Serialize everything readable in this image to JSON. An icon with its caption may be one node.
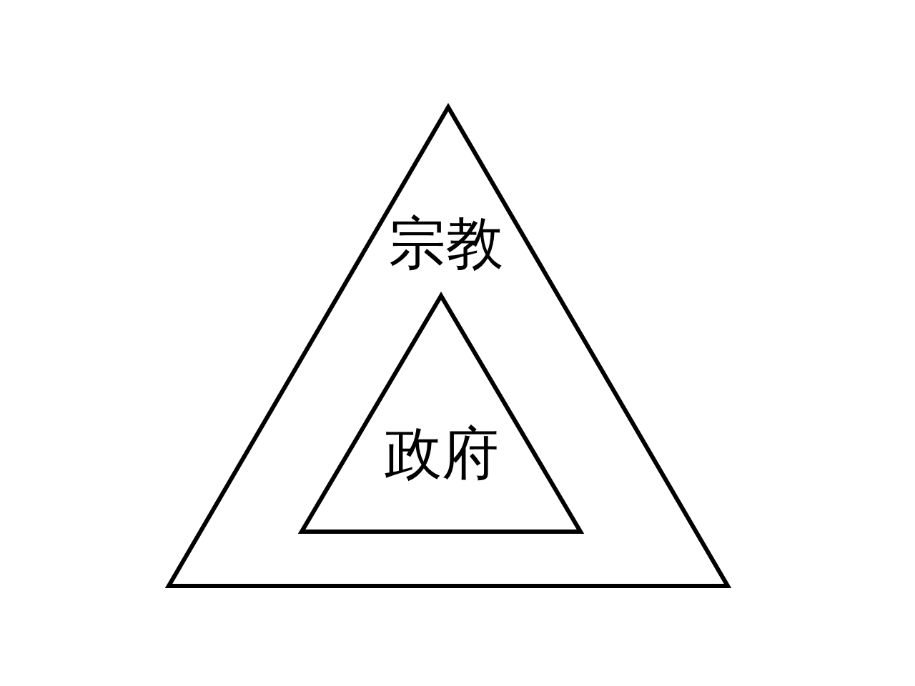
{
  "diagram": {
    "nodes": [
      {
        "text": [
          "宗教"
        ]
      },
      {
        "text": [
          "政府"
        ],
        "in": 0
      }
    ]
  }
}
